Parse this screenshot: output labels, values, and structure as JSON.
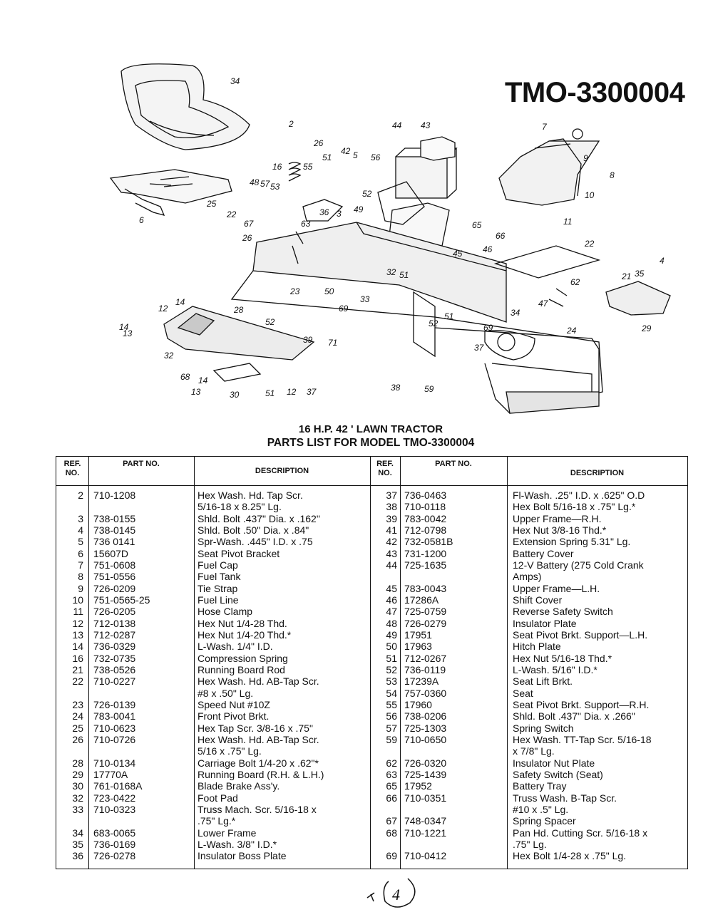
{
  "header": {
    "model_title": "TMO-3300004"
  },
  "captions": {
    "line1": "16 H.P. 42 ' LAWN TRACTOR",
    "line2": "PARTS LIST FOR MODEL TMO-3300004"
  },
  "table_headers": {
    "ref": "REF. NO.",
    "part": "PART NO.",
    "desc": "DESCRIPTION"
  },
  "callouts": [
    "34",
    "2",
    "44",
    "43",
    "26",
    "51",
    "42",
    "5",
    "56",
    "16",
    "55",
    "22",
    "67",
    "48",
    "57",
    "53",
    "36",
    "3",
    "49",
    "52",
    "7",
    "9",
    "8",
    "10",
    "11",
    "66",
    "46",
    "22",
    "21",
    "35",
    "4",
    "62",
    "47",
    "29",
    "63",
    "26",
    "65",
    "45",
    "32",
    "51",
    "23",
    "50",
    "33",
    "69",
    "28",
    "52",
    "52",
    "51",
    "34",
    "24",
    "12",
    "14",
    "14",
    "13",
    "39",
    "71",
    "69",
    "37",
    "32",
    "68",
    "14",
    "13",
    "30",
    "51",
    "12",
    "37",
    "38",
    "59",
    "6",
    "25"
  ],
  "parts_left": [
    {
      "ref": "2",
      "part": "710-1208",
      "desc": "Hex Wash. Hd. Tap Scr."
    },
    {
      "ref": "",
      "part": "",
      "desc": "5/16-18 x 8.25\" Lg."
    },
    {
      "ref": "3",
      "part": "738-0155",
      "desc": "Shld. Bolt .437\" Dia. x .162\""
    },
    {
      "ref": "4",
      "part": "738-0145",
      "desc": "Shld. Bolt .50\" Dia. x .84\""
    },
    {
      "ref": "5",
      "part": "736 0141",
      "desc": "Spr-Wash. .445\" I.D. x .75"
    },
    {
      "ref": "6",
      "part": "15607D",
      "desc": "Seat Pivot Bracket"
    },
    {
      "ref": "7",
      "part": "751-0608",
      "desc": "Fuel Cap"
    },
    {
      "ref": "8",
      "part": "751-0556",
      "desc": "Fuel Tank"
    },
    {
      "ref": "9",
      "part": "726-0209",
      "desc": "Tie Strap"
    },
    {
      "ref": "10",
      "part": "751-0565-25",
      "desc": "Fuel Line"
    },
    {
      "ref": "11",
      "part": "726-0205",
      "desc": "Hose Clamp"
    },
    {
      "ref": "12",
      "part": "712-0138",
      "desc": "Hex Nut 1/4-28 Thd."
    },
    {
      "ref": "13",
      "part": "712-0287",
      "desc": "Hex Nut 1/4-20 Thd.*"
    },
    {
      "ref": "14",
      "part": "736-0329",
      "desc": "L-Wash. 1/4\" I.D."
    },
    {
      "ref": "16",
      "part": "732-0735",
      "desc": "Compression Spring"
    },
    {
      "ref": "21",
      "part": "738-0526",
      "desc": "Running Board Rod"
    },
    {
      "ref": "22",
      "part": "710-0227",
      "desc": "Hex Wash. Hd. AB-Tap Scr."
    },
    {
      "ref": "",
      "part": "",
      "desc": "#8 x .50\" Lg."
    },
    {
      "ref": "23",
      "part": "726-0139",
      "desc": "Speed Nut #10Z"
    },
    {
      "ref": "24",
      "part": "783-0041",
      "desc": "Front Pivot Brkt."
    },
    {
      "ref": "25",
      "part": "710-0623",
      "desc": "Hex Tap Scr. 3/8-16 x .75\""
    },
    {
      "ref": "26",
      "part": "710-0726",
      "desc": "Hex Wash. Hd. AB-Tap Scr."
    },
    {
      "ref": "",
      "part": "",
      "desc": "5/16 x .75\" Lg."
    },
    {
      "ref": "28",
      "part": "710-0134",
      "desc": "Carriage Bolt 1/4-20 x .62\"*"
    },
    {
      "ref": "29",
      "part": "17770A",
      "desc": "Running Board (R.H. & L.H.)"
    },
    {
      "ref": "30",
      "part": "761-0168A",
      "desc": "Blade Brake Ass'y."
    },
    {
      "ref": "32",
      "part": "723-0422",
      "desc": "Foot Pad"
    },
    {
      "ref": "33",
      "part": "710-0323",
      "desc": "Truss Mach. Scr. 5/16-18 x"
    },
    {
      "ref": "",
      "part": "",
      "desc": ".75\" Lg.*"
    },
    {
      "ref": "34",
      "part": "683-0065",
      "desc": "Lower Frame"
    },
    {
      "ref": "35",
      "part": "736-0169",
      "desc": "L-Wash. 3/8\" I.D.*"
    },
    {
      "ref": "36",
      "part": "726-0278",
      "desc": "Insulator Boss Plate"
    }
  ],
  "parts_right": [
    {
      "ref": "37",
      "part": "736-0463",
      "desc": "Fl-Wash. .25\" I.D. x .625\" O.D"
    },
    {
      "ref": "38",
      "part": "710-0118",
      "desc": "Hex Bolt 5/16-18 x .75\" Lg.*"
    },
    {
      "ref": "39",
      "part": "783-0042",
      "desc": "Upper Frame—R.H."
    },
    {
      "ref": "41",
      "part": "712-0798",
      "desc": "Hex Nut 3/8-16 Thd.*"
    },
    {
      "ref": "42",
      "part": "732-0581B",
      "desc": "Extension Spring 5.31\" Lg."
    },
    {
      "ref": "43",
      "part": "731-1200",
      "desc": "Battery Cover"
    },
    {
      "ref": "44",
      "part": "725-1635",
      "desc": "12-V Battery (275 Cold Crank"
    },
    {
      "ref": "",
      "part": "",
      "desc": "Amps)"
    },
    {
      "ref": "45",
      "part": "783-0043",
      "desc": "Upper Frame—L.H."
    },
    {
      "ref": "46",
      "part": "17286A",
      "desc": "Shift Cover"
    },
    {
      "ref": "47",
      "part": "725-0759",
      "desc": "Reverse Safety Switch"
    },
    {
      "ref": "48",
      "part": "726-0279",
      "desc": "Insulator Plate"
    },
    {
      "ref": "49",
      "part": "17951",
      "desc": "Seat Pivot Brkt. Support—L.H."
    },
    {
      "ref": "50",
      "part": "17963",
      "desc": "Hitch Plate"
    },
    {
      "ref": "51",
      "part": "712-0267",
      "desc": "Hex Nut 5/16-18 Thd.*"
    },
    {
      "ref": "52",
      "part": "736-0119",
      "desc": "L-Wash. 5/16\" I.D.*"
    },
    {
      "ref": "53",
      "part": "17239A",
      "desc": "Seat Lift Brkt."
    },
    {
      "ref": "54",
      "part": "757-0360",
      "desc": "Seat"
    },
    {
      "ref": "55",
      "part": "17960",
      "desc": "Seat Pivot Brkt. Support—R.H."
    },
    {
      "ref": "56",
      "part": "738-0206",
      "desc": "Shld. Bolt .437\" Dia. x .266\""
    },
    {
      "ref": "57",
      "part": "725-1303",
      "desc": "Spring Switch"
    },
    {
      "ref": "59",
      "part": "710-0650",
      "desc": "Hex Wash. TT-Tap Scr. 5/16-18"
    },
    {
      "ref": "",
      "part": "",
      "desc": "x 7/8\" Lg."
    },
    {
      "ref": "62",
      "part": "726-0320",
      "desc": "Insulator Nut Plate"
    },
    {
      "ref": "63",
      "part": "725-1439",
      "desc": "Safety Switch (Seat)"
    },
    {
      "ref": "65",
      "part": "17952",
      "desc": "Battery Tray"
    },
    {
      "ref": "66",
      "part": "710-0351",
      "desc": "Truss Wash. B-Tap Scr."
    },
    {
      "ref": "",
      "part": "",
      "desc": "#10 x .5\" Lg."
    },
    {
      "ref": "67",
      "part": "748-0347",
      "desc": "Spring Spacer"
    },
    {
      "ref": "68",
      "part": "710-1221",
      "desc": "Pan Hd. Cutting Scr. 5/16-18 x"
    },
    {
      "ref": "",
      "part": "",
      "desc": ".75\" Lg."
    },
    {
      "ref": "69",
      "part": "710-0412",
      "desc": "Hex Bolt 1/4-28 x .75\" Lg."
    }
  ],
  "page_mark": "4"
}
